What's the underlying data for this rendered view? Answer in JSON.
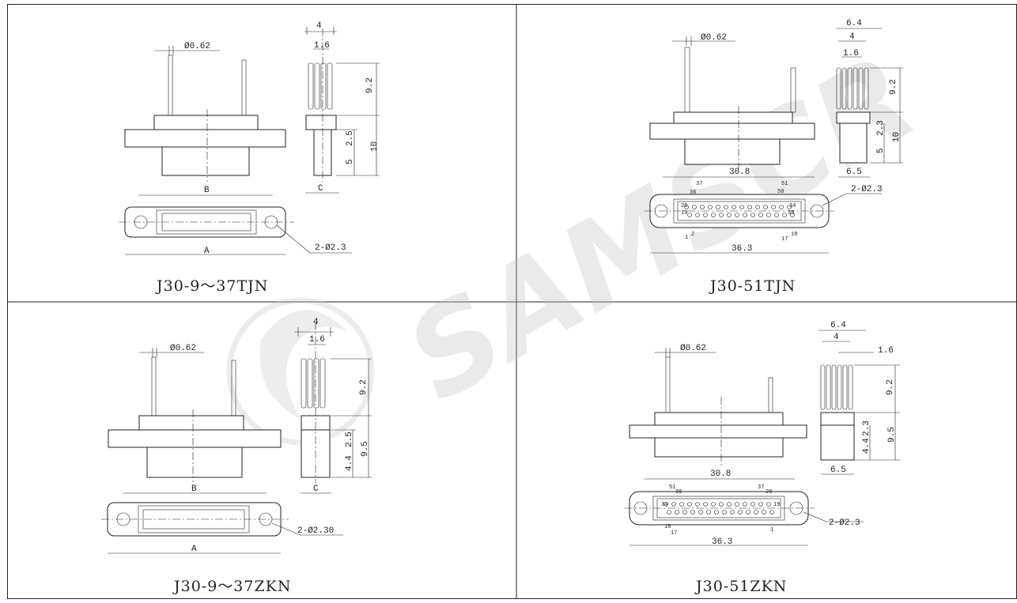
{
  "panels": [
    {
      "caption": "J30-9～37TJN",
      "dims": {
        "pin_dia": "Ø0.62",
        "width_top": "4",
        "pitch": "1.6",
        "pin_len": "9.2",
        "d_small": "2.5",
        "d_total": "10",
        "d_5": "5",
        "c": "C",
        "b": "B",
        "a": "A",
        "holes": "2-Ø2.3"
      }
    },
    {
      "caption": "J30-51TJN",
      "dims": {
        "pin_dia": "Ø0.62",
        "w1": "6.4",
        "w2": "4",
        "pitch": "1.6",
        "pin_len": "9.2",
        "d_small": "2.3",
        "d_5": "5",
        "d_total": "10",
        "w_bottom": "6.5",
        "len_inner": "30.8",
        "len_outer": "36.3",
        "holes": "2-Ø2.3",
        "pins": [
          "37",
          "36",
          "20",
          "19",
          "1",
          "2",
          "51",
          "50",
          "34",
          "35",
          "18",
          "17"
        ]
      }
    },
    {
      "caption": "J30-9～37ZKN",
      "dims": {
        "pin_dia": "Ø0.62",
        "width_top": "4",
        "pitch": "1.6",
        "pin_len": "9.2",
        "d_small": "2.5",
        "d_total": "9.5",
        "d_44": "4.4",
        "c": "C",
        "b": "B",
        "a": "A",
        "holes": "2-Ø2.30"
      }
    },
    {
      "caption": "J30-51ZKN",
      "dims": {
        "pin_dia": "Ø0.62",
        "w1": "6.4",
        "w2": "4",
        "pitch": "1.6",
        "pin_len": "9.2",
        "d_small": "2.3",
        "d_total": "9.5",
        "d_44": "4.4",
        "w_bottom": "6.5",
        "len_inner": "30.8",
        "len_outer": "36.3",
        "holes": "2-Ø2.3",
        "pins": [
          "51",
          "36",
          "37",
          "34",
          "18",
          "17",
          "19",
          "20",
          "1"
        ]
      }
    }
  ],
  "watermark": "SAMSCR"
}
